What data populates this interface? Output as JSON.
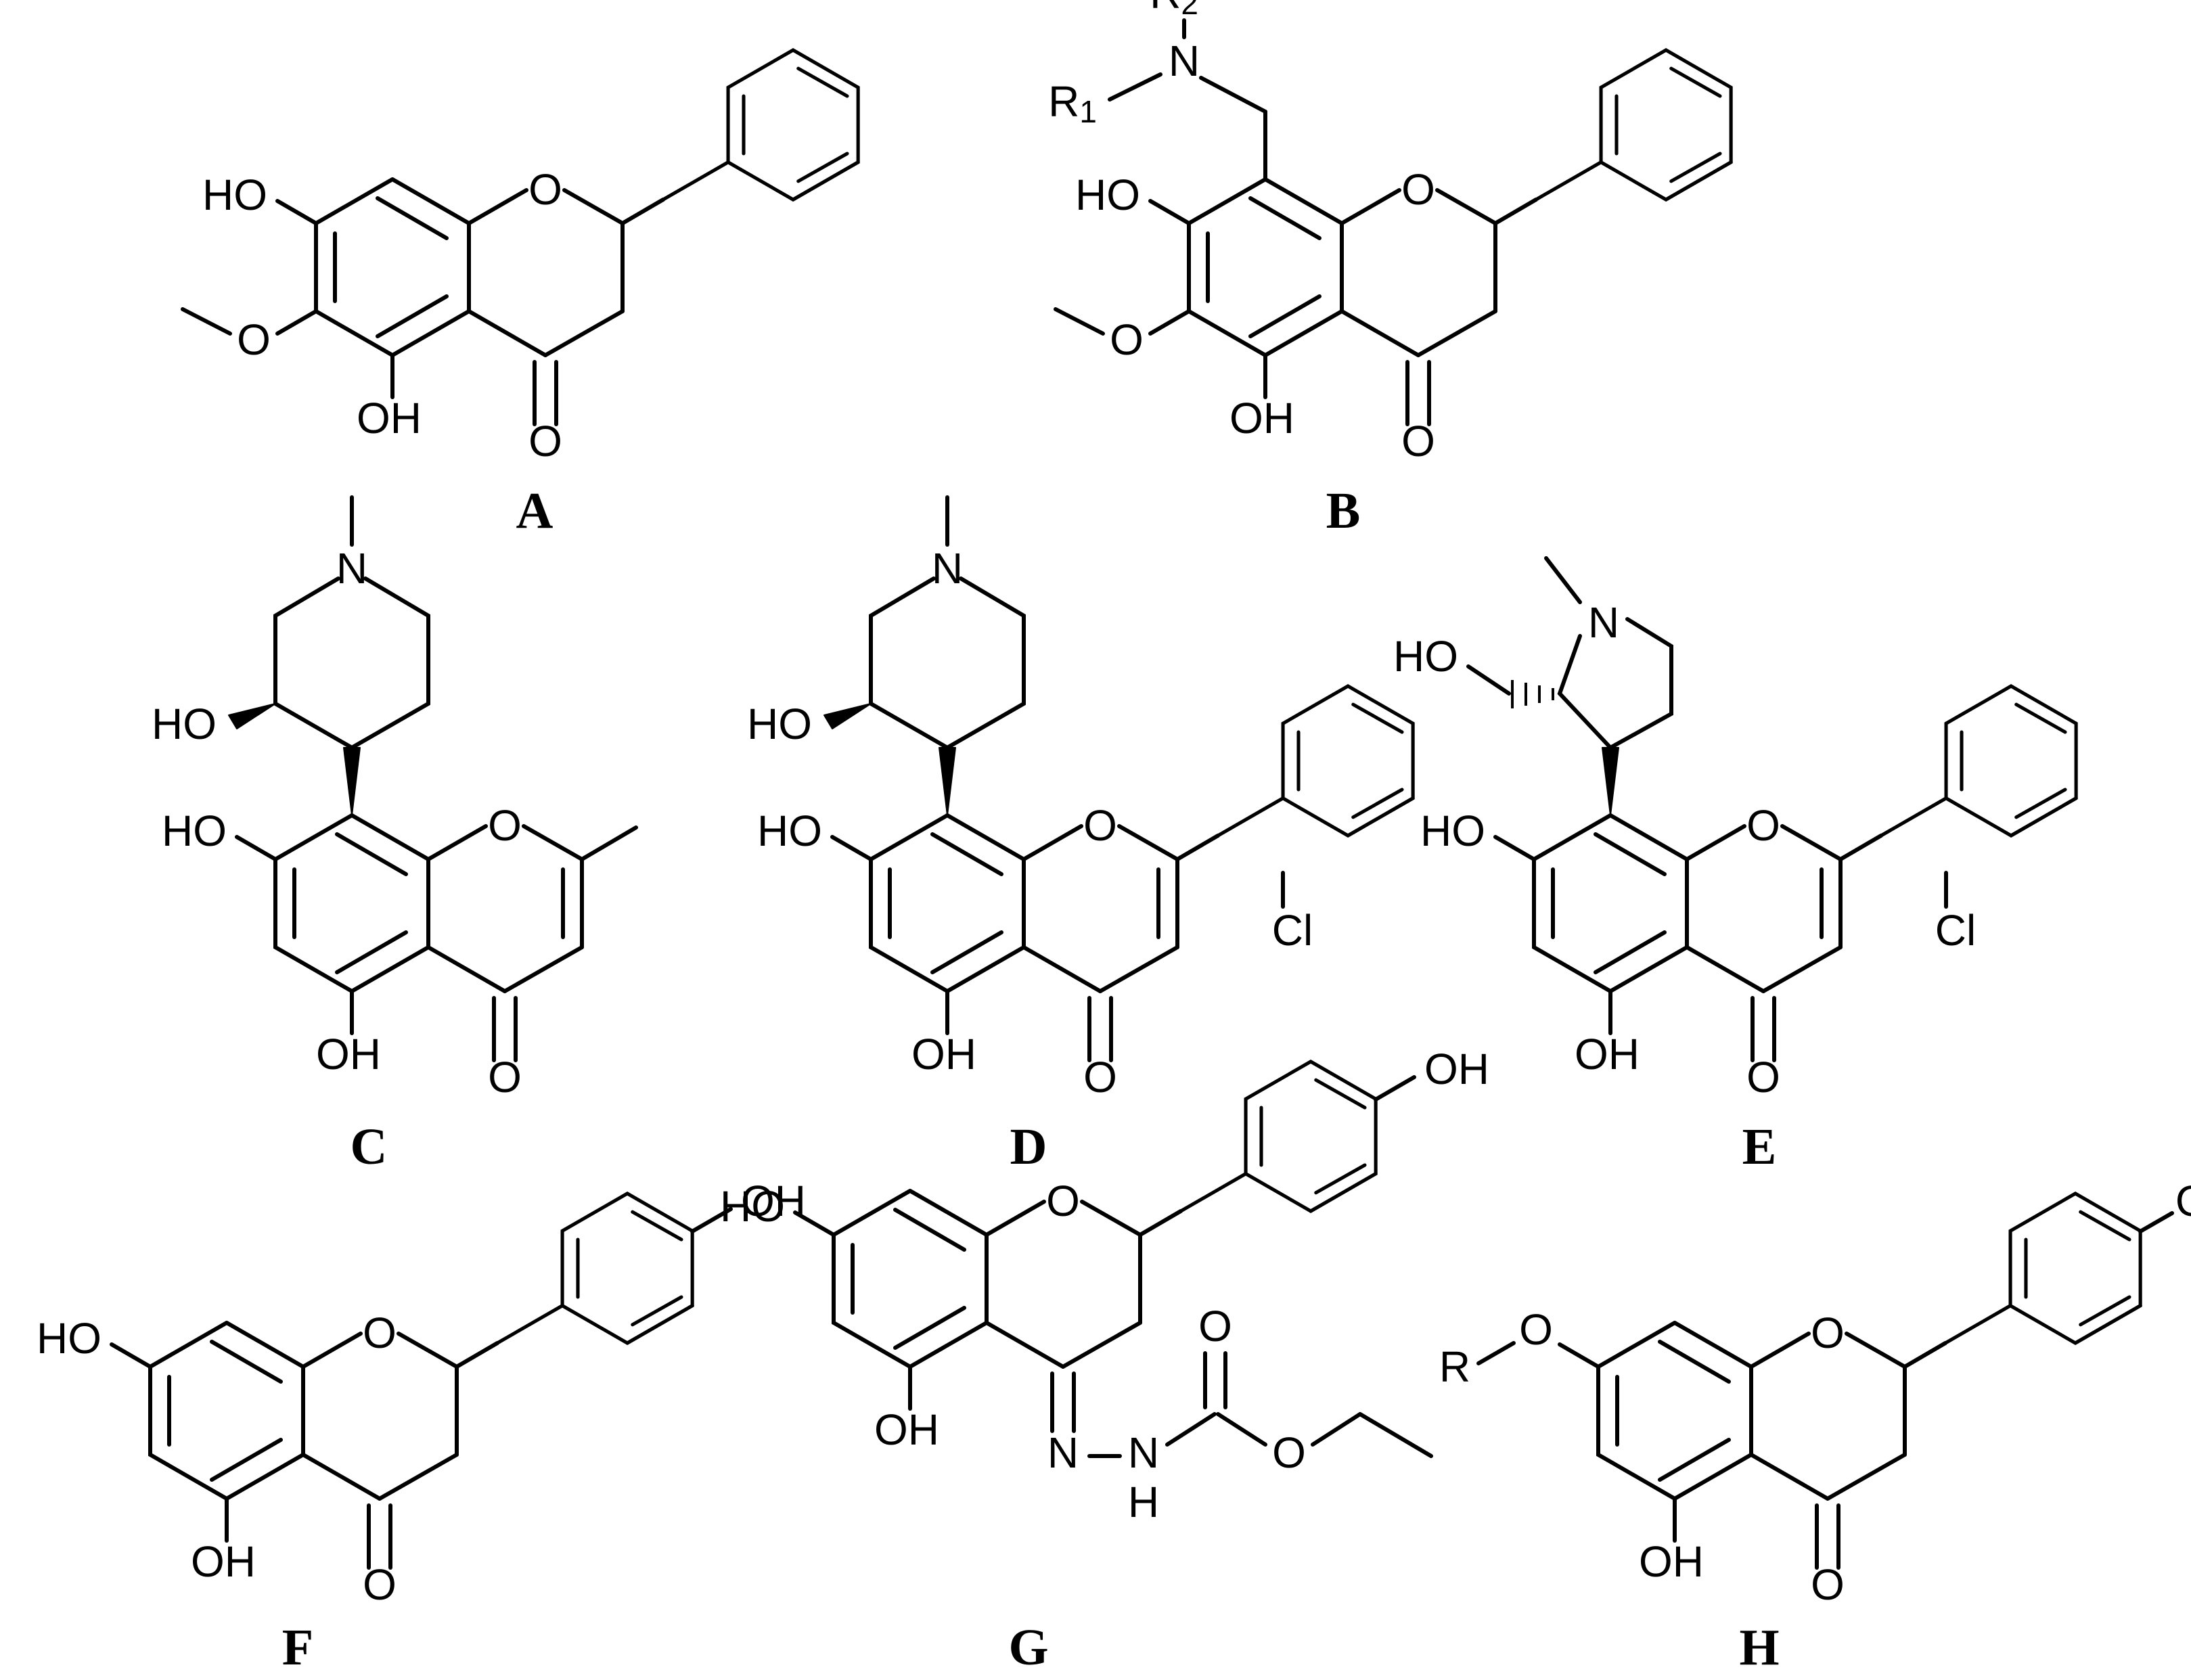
{
  "figure": {
    "background": "#ffffff",
    "ink": "#000000"
  },
  "atoms": {
    "oh": "OH",
    "ho": "HO",
    "o": "O",
    "n": "N",
    "h": "H",
    "cl": "Cl",
    "r": "R",
    "r1": "R",
    "r1_sub": "1",
    "r2": "R",
    "r2_sub": "2"
  },
  "compounds": [
    {
      "id": "A",
      "label": "A"
    },
    {
      "id": "B",
      "label": "B"
    },
    {
      "id": "C",
      "label": "C"
    },
    {
      "id": "D",
      "label": "D"
    },
    {
      "id": "E",
      "label": "E"
    },
    {
      "id": "F",
      "label": "F"
    },
    {
      "id": "G",
      "label": "G"
    },
    {
      "id": "H",
      "label": "H"
    }
  ]
}
